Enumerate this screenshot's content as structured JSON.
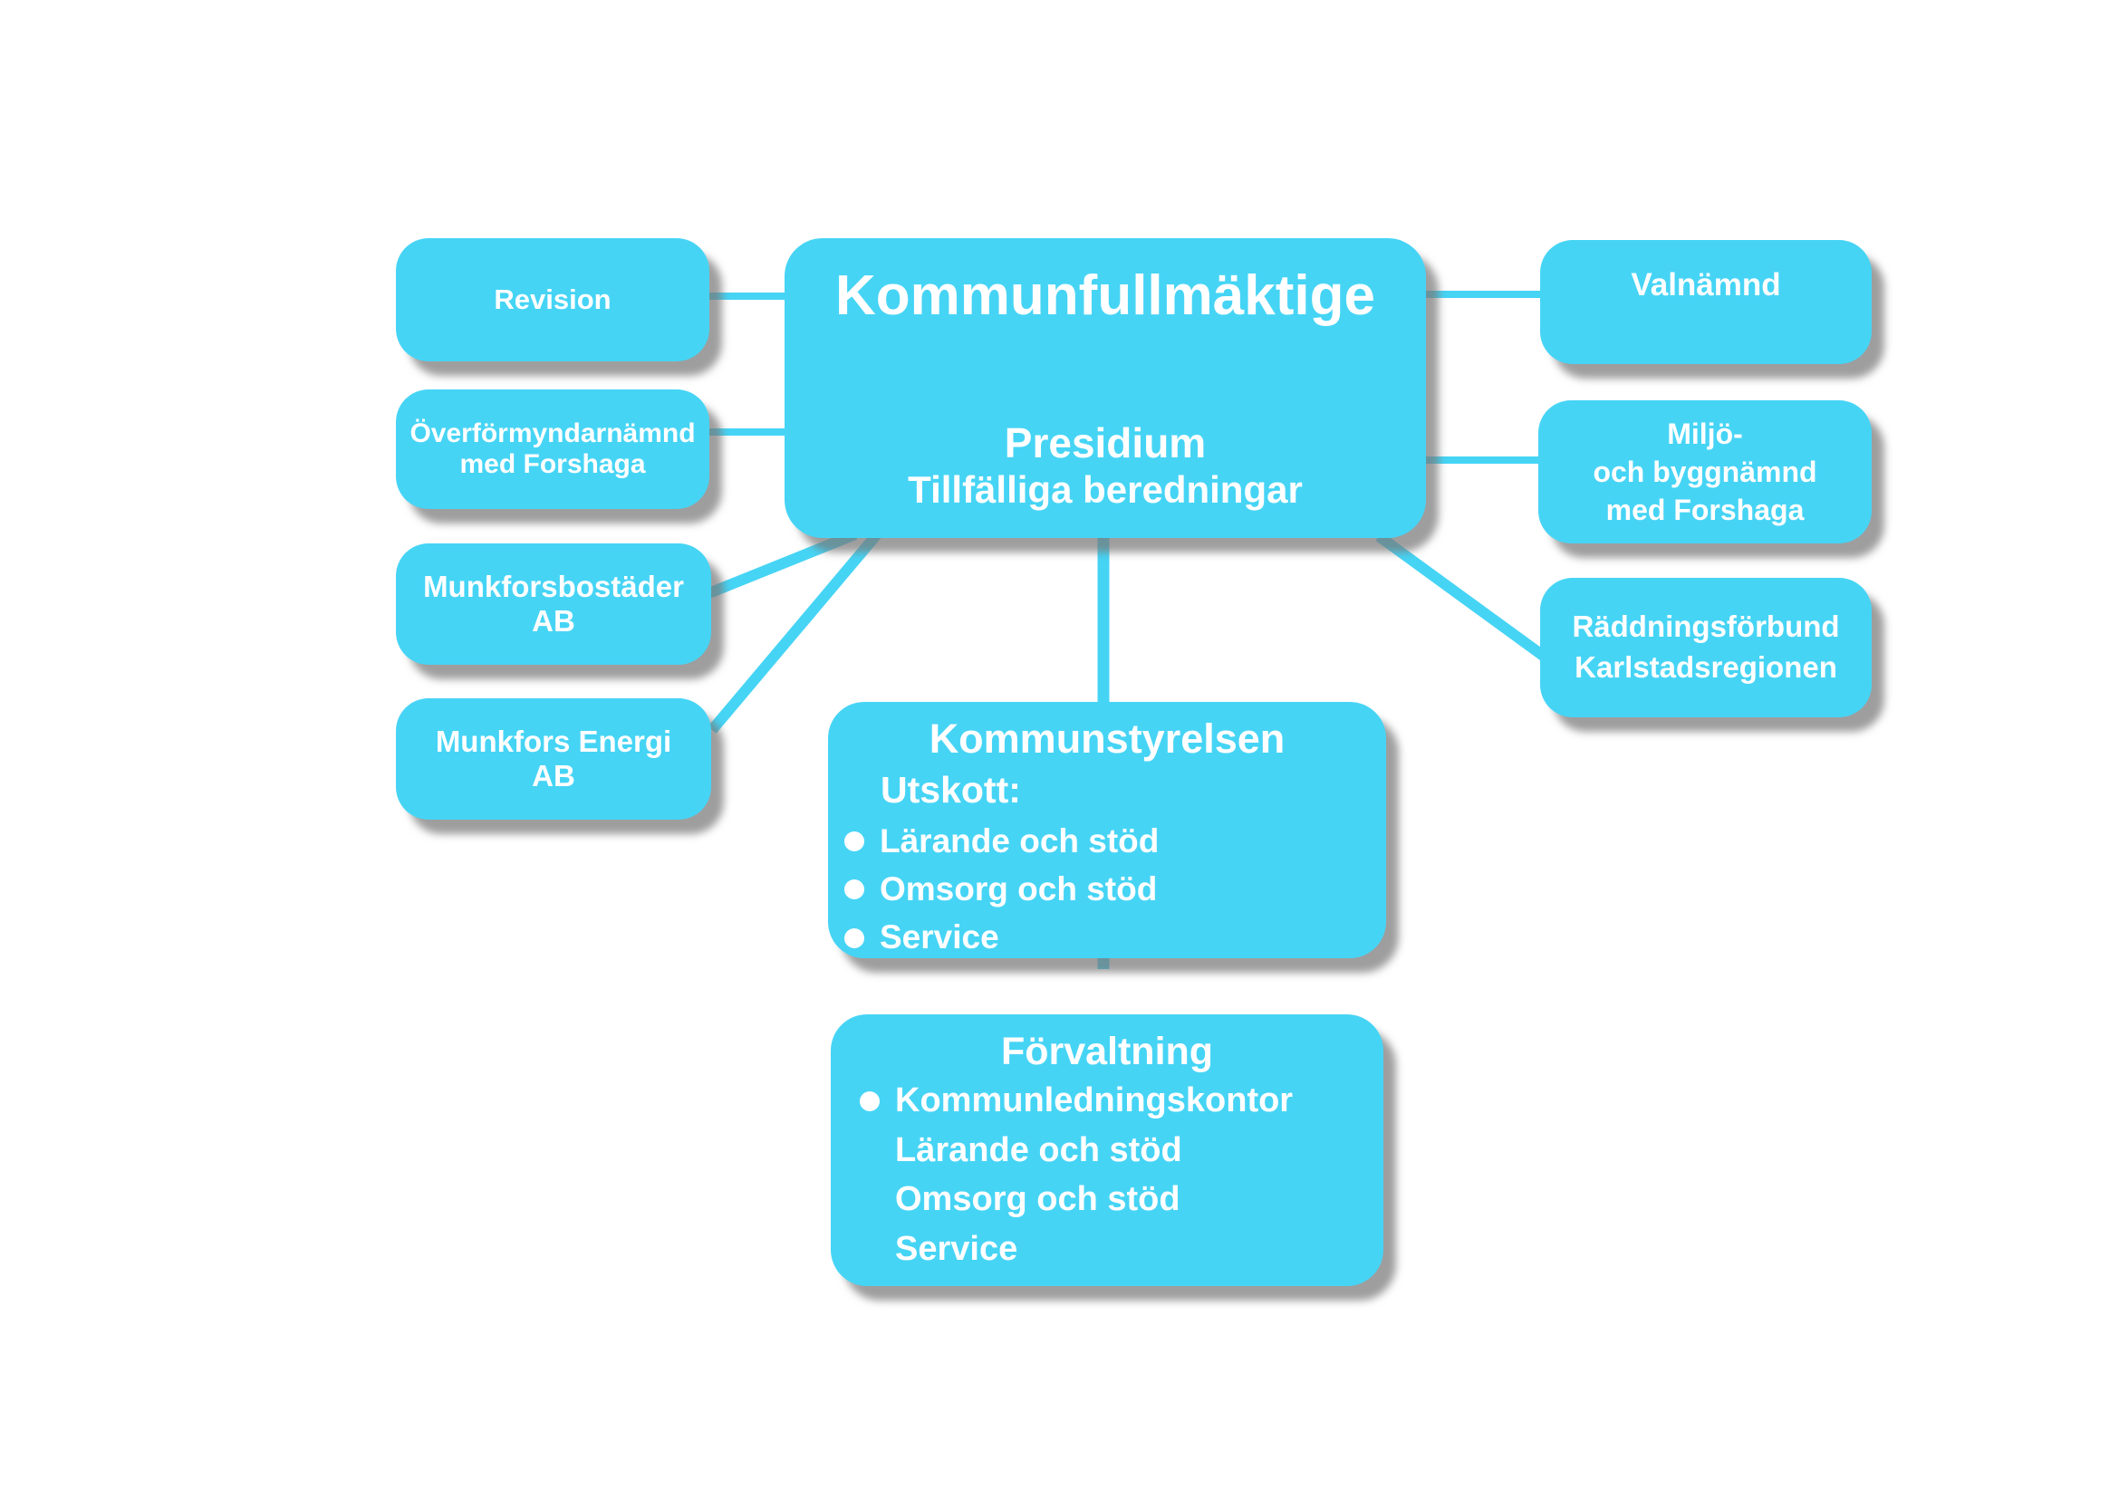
{
  "colors": {
    "node_fill": "#46d4f5",
    "text": "#ffffff",
    "shadow": "#787878",
    "background": "#ffffff"
  },
  "nodes": {
    "revision": {
      "lines": [
        "Revision"
      ]
    },
    "overformyndarnamnd": {
      "lines": [
        "Överförmyndarnämnd",
        "med Forshaga"
      ]
    },
    "munkforsbostader": {
      "lines": [
        "Munkforsbostäder",
        "AB"
      ]
    },
    "munkfors_energi": {
      "lines": [
        "Munkfors Energi",
        "AB"
      ]
    },
    "kommunfullmaktige": {
      "title": "Kommunfullmäktige",
      "line2": "Presidium",
      "line3": "Tillfälliga beredningar"
    },
    "valnamnd": {
      "lines": [
        "Valnämnd"
      ]
    },
    "miljo_byggnamnd": {
      "lines": [
        "Miljö-",
        "och byggnämnd",
        "med Forshaga"
      ]
    },
    "raddningsforbund": {
      "lines": [
        "Räddningsförbund",
        "Karlstadsregionen"
      ]
    },
    "kommunstyrelsen": {
      "title": "Kommunstyrelsen",
      "subheading": "Utskott:",
      "bullets": [
        "Lärande och stöd",
        "Omsorg och stöd",
        "Service"
      ]
    },
    "forvaltning": {
      "title": "Förvaltning",
      "first_item": "Kommunledningskontor",
      "items": [
        "Lärande och stöd",
        "Omsorg och stöd",
        "Service"
      ]
    }
  }
}
